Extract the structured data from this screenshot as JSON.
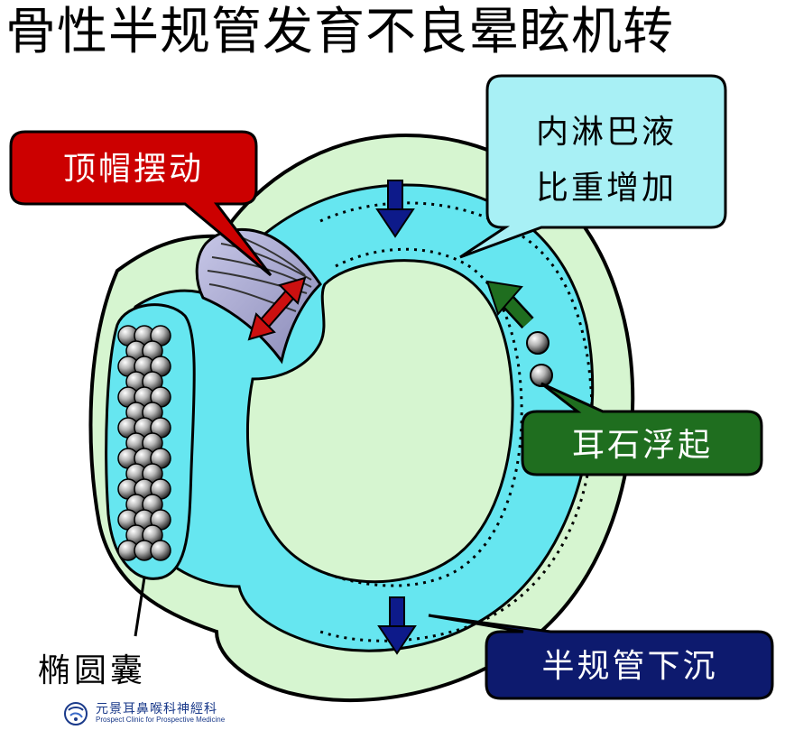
{
  "title": "骨性半规管发育不良晕眩机转",
  "labels": {
    "cupula": "顶帽摆动",
    "endolymph_line1": "内淋巴液",
    "endolymph_line2": "比重增加",
    "otolith": "耳石浮起",
    "canal": "半规管下沉",
    "utricle": "椭圆囊"
  },
  "logo": {
    "name": "元景耳鼻喉科神經科",
    "subtitle": "Prospect Clinic for Prospective Medicine"
  },
  "colors": {
    "outer_bone": "#d6f5d0",
    "endolymph": "#66e6f0",
    "inner_space": "#d6f5d0",
    "cupula_callout": "#cc0000",
    "endolymph_callout": "#a8f0f5",
    "otolith_callout": "#1f6e1f",
    "canal_callout": "#0d1a6e",
    "down_arrow": "#0d1a8a",
    "otolith_arrow": "#1f6e1f",
    "cupula_arrow": "#cc1010"
  }
}
